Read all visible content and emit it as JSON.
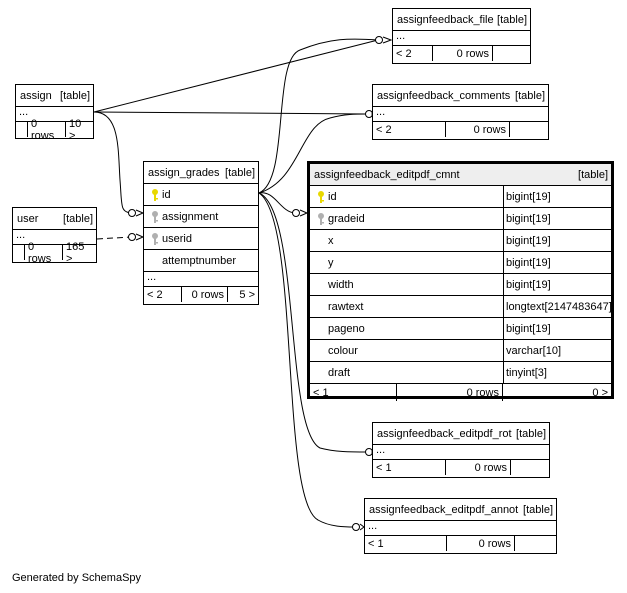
{
  "footer": "Generated by SchemaSpy",
  "tables": {
    "assign": {
      "name": "assign",
      "tag": "[table]",
      "ellipsis": "...",
      "foot": [
        "",
        "0 rows",
        "10 >"
      ]
    },
    "user": {
      "name": "user",
      "tag": "[table]",
      "ellipsis": "...",
      "foot": [
        "",
        "0 rows",
        "165 >"
      ]
    },
    "assign_grades": {
      "name": "assign_grades",
      "tag": "[table]",
      "columns": [
        "id",
        "assignment",
        "userid",
        "attemptnumber"
      ],
      "ellipsis": "...",
      "foot": [
        "< 2",
        "0 rows",
        "5 >"
      ]
    },
    "assignfeedback_file": {
      "name": "assignfeedback_file",
      "tag": "[table]",
      "ellipsis": "...",
      "foot": [
        "< 2",
        "0 rows",
        ""
      ]
    },
    "assignfeedback_comments": {
      "name": "assignfeedback_comments",
      "tag": "[table]",
      "ellipsis": "...",
      "foot": [
        "< 2",
        "0 rows",
        ""
      ]
    },
    "assignfeedback_editpdf_cmnt": {
      "name": "assignfeedback_editpdf_cmnt",
      "tag": "[table]",
      "columns": [
        {
          "name": "id",
          "type": "bigint[19]",
          "key": "primary"
        },
        {
          "name": "gradeid",
          "type": "bigint[19]",
          "key": "foreign"
        },
        {
          "name": "x",
          "type": "bigint[19]",
          "key": ""
        },
        {
          "name": "y",
          "type": "bigint[19]",
          "key": ""
        },
        {
          "name": "width",
          "type": "bigint[19]",
          "key": ""
        },
        {
          "name": "rawtext",
          "type": "longtext[2147483647]",
          "key": ""
        },
        {
          "name": "pageno",
          "type": "bigint[19]",
          "key": ""
        },
        {
          "name": "colour",
          "type": "varchar[10]",
          "key": ""
        },
        {
          "name": "draft",
          "type": "tinyint[3]",
          "key": ""
        }
      ],
      "foot": [
        "< 1",
        "0 rows",
        "0 >"
      ]
    },
    "assignfeedback_editpdf_rot": {
      "name": "assignfeedback_editpdf_rot",
      "tag": "[table]",
      "ellipsis": "...",
      "foot": [
        "< 1",
        "0 rows",
        ""
      ]
    },
    "assignfeedback_editpdf_annot": {
      "name": "assignfeedback_editpdf_annot",
      "tag": "[table]",
      "ellipsis": "...",
      "foot": [
        "< 1",
        "0 rows",
        ""
      ]
    }
  },
  "colors": {
    "primary_key": "#e8d800",
    "foreign_key": "#b0b0b0",
    "line": "#000000"
  }
}
